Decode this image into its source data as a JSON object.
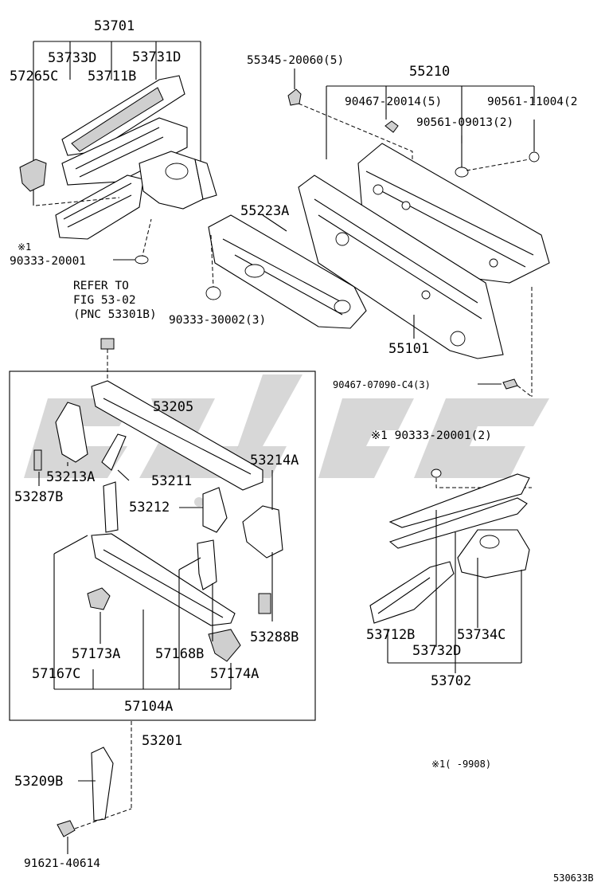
{
  "diagram": {
    "figure_code": "530633B",
    "footnote_mark": "※1(      -9908)",
    "refer_note": {
      "line1": "REFER TO",
      "line2": "FIG 53-02",
      "line3": "(PNC 53301B)"
    },
    "labels": {
      "p53701": "53701",
      "p53733D": "53733D",
      "p53731D": "53731D",
      "p57265C": "57265C",
      "p53711B": "53711B",
      "mark1a": "※1",
      "p90333_20001": "90333-20001",
      "p55345": "55345-20060(5)",
      "p55210": "55210",
      "p90467_20014": "90467-20014(5)",
      "p90561_11004": "90561-11004(2",
      "p90561_09013": "90561-09013(2)",
      "p55223A": "55223A",
      "p90333_30002": "90333-30002(3)",
      "p55101": "55101",
      "p90467_07090": "90467-07090-C4(3)",
      "p90333_20001_2": "※1 90333-20001(2)",
      "p53205": "53205",
      "p53214A": "53214A",
      "p53213A": "53213A",
      "p53211": "53211",
      "p53287B": "53287B",
      "p53212": "53212",
      "p53712B": "53712B",
      "p53734C": "53734C",
      "p53732D": "53732D",
      "p53702": "53702",
      "p57173A": "57173A",
      "p57168B": "57168B",
      "p53288B": "53288B",
      "p57167C": "57167C",
      "p57174A": "57174A",
      "p57104A": "57104A",
      "p53201": "53201",
      "p53209B": "53209B",
      "p91621": "91621-40614"
    }
  },
  "colors": {
    "line": "#000000",
    "background": "#ffffff",
    "watermark": "#c9c9c9"
  }
}
